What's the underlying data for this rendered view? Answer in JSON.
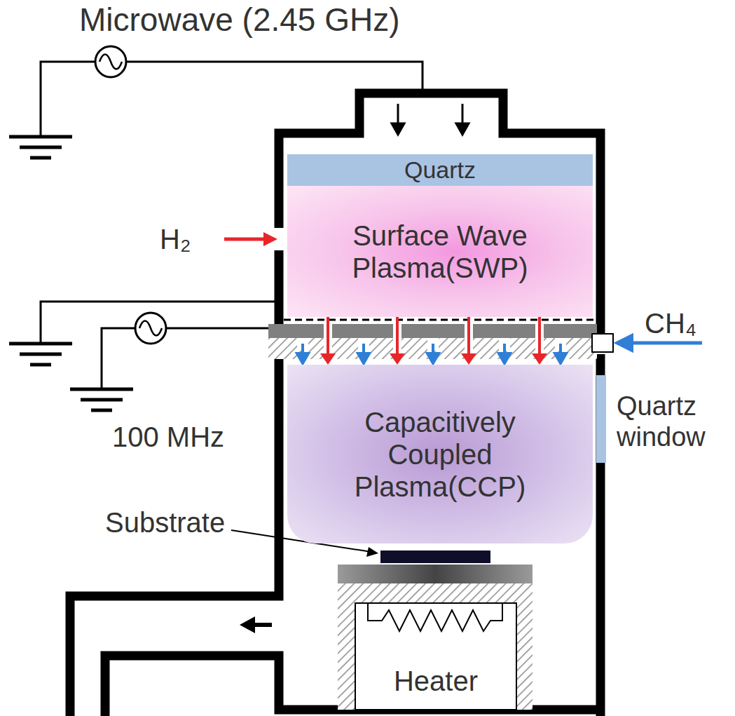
{
  "diagram": {
    "nodes": [
      {
        "text": [
          "Quartz"
        ]
      },
      {
        "text": [
          "Surface Wave Plasma(SWP)"
        ]
      },
      {
        "text": [
          "Capacitively Coupled Plasma(CCP)"
        ]
      },
      {
        "text": [
          "Heater"
        ]
      }
    ],
    "edges": [
      {
        "from": 1,
        "to": 2,
        "arrow": "to"
      },
      {
        "from": 1,
        "to": 2,
        "arrow": "to"
      },
      {
        "from": 1,
        "to": 2,
        "arrow": "to"
      },
      {
        "from": 1,
        "to": 2,
        "arrow": "to"
      }
    ],
    "labels": [
      "Microwave (2.45 GHz)",
      "H₂",
      "100 MHz",
      "CH₄",
      "Quartz window",
      "Substrate"
    ]
  }
}
